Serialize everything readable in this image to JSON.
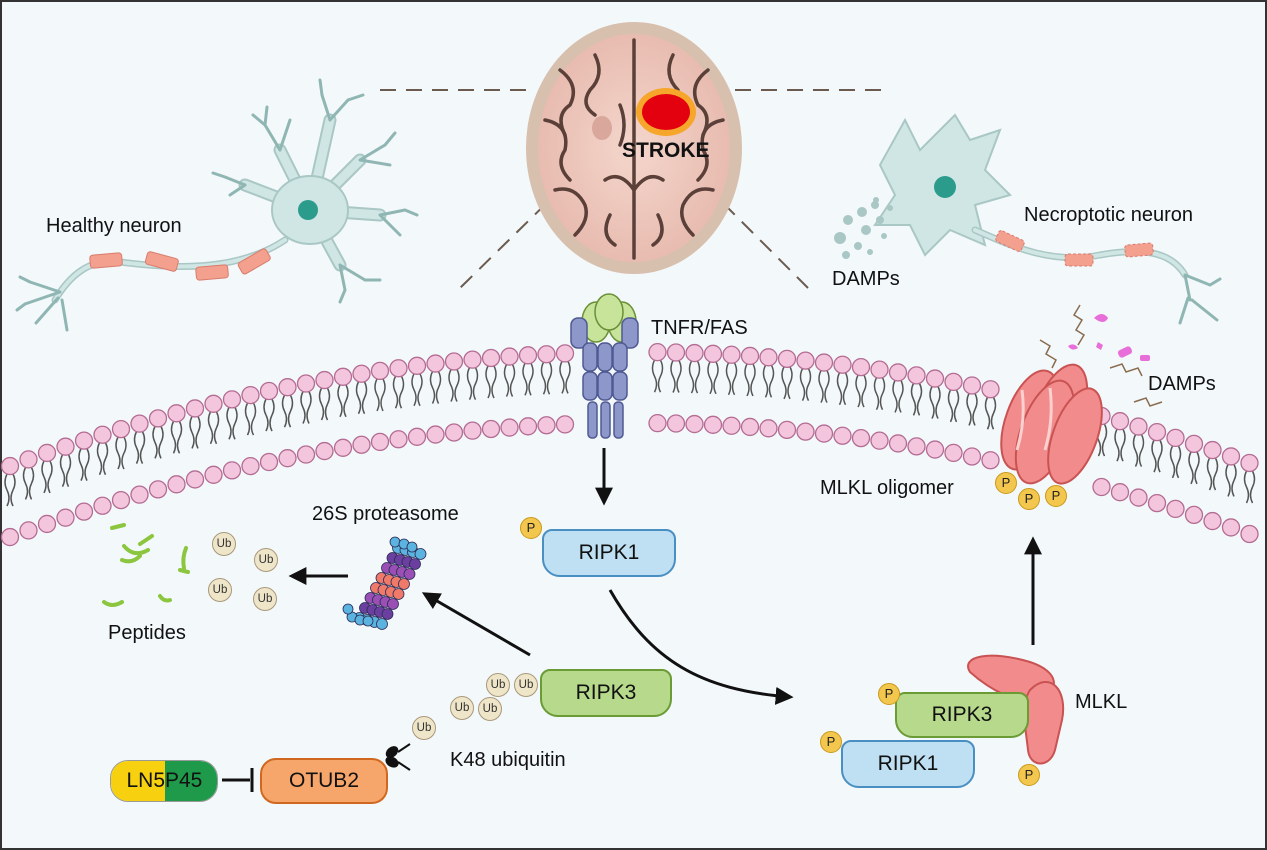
{
  "labels": {
    "healthy_neuron": "Healthy neuron",
    "necroptotic_neuron": "Necroptotic neuron",
    "stroke": "STROKE",
    "damps_top": "DAMPs",
    "damps_right": "DAMPs",
    "receptor": "TNFR/FAS",
    "proteasome": "26S proteasome",
    "peptides": "Peptides",
    "mlkl_oligomer": "MLKL oligomer",
    "k48_ubiquitin": "K48 ubiquitin",
    "mlkl": "MLKL"
  },
  "proteins": {
    "ripk1_top": "RIPK1",
    "ripk3_ub": "RIPK3",
    "ripk3_complex": "RIPK3",
    "ripk1_complex": "RIPK1",
    "otub2": "OTUB2",
    "ln5p45_left": "LN5",
    "ln5p45_right": "P45"
  },
  "badges": {
    "phospho": "P",
    "ubiquitin": "Ub"
  },
  "colors": {
    "background": "#f3f8fb",
    "ripk1": "#bfe0f3",
    "ripk3": "#b7d98b",
    "otub2": "#f6a66a",
    "mlkl": "#f28b8b",
    "ln5": "#f7d010",
    "p45": "#1f9a4a",
    "phospho": "#f3c64e",
    "ubiquitin": "#efe6c9",
    "stroke_core": "#e3000f",
    "neuron": "#cfe6e4"
  }
}
